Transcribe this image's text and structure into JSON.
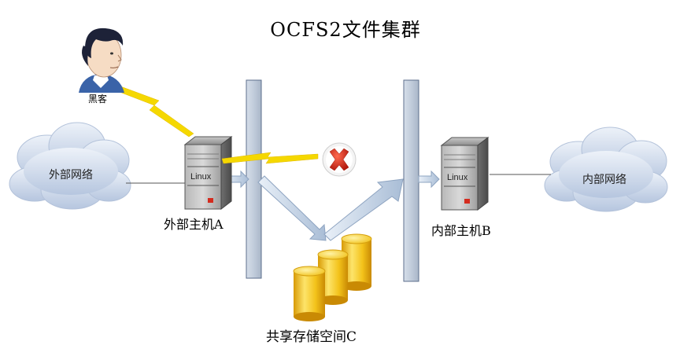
{
  "title": "OCFS2文件集群",
  "hacker": {
    "label": "黑客",
    "icon": "hacker-avatar-icon"
  },
  "clouds": {
    "external": "外部网络",
    "internal": "内部网络"
  },
  "servers": {
    "host_a": {
      "label": "外部主机A",
      "os_label": "Linux",
      "icon": "server-icon"
    },
    "host_b": {
      "label": "内部主机B",
      "os_label": "Linux",
      "icon": "server-icon"
    }
  },
  "storage": {
    "label": "共享存储空间C",
    "icon": "database-cylinders-icon"
  },
  "blocked": {
    "icon": "blocked-x-icon"
  },
  "colors": {
    "cloud": "#cfd9ea",
    "firewall": "#c3cedd",
    "bolt": "#f5d800",
    "blocked_red": "#d42b1e",
    "cylinder": "#f2c21a"
  }
}
